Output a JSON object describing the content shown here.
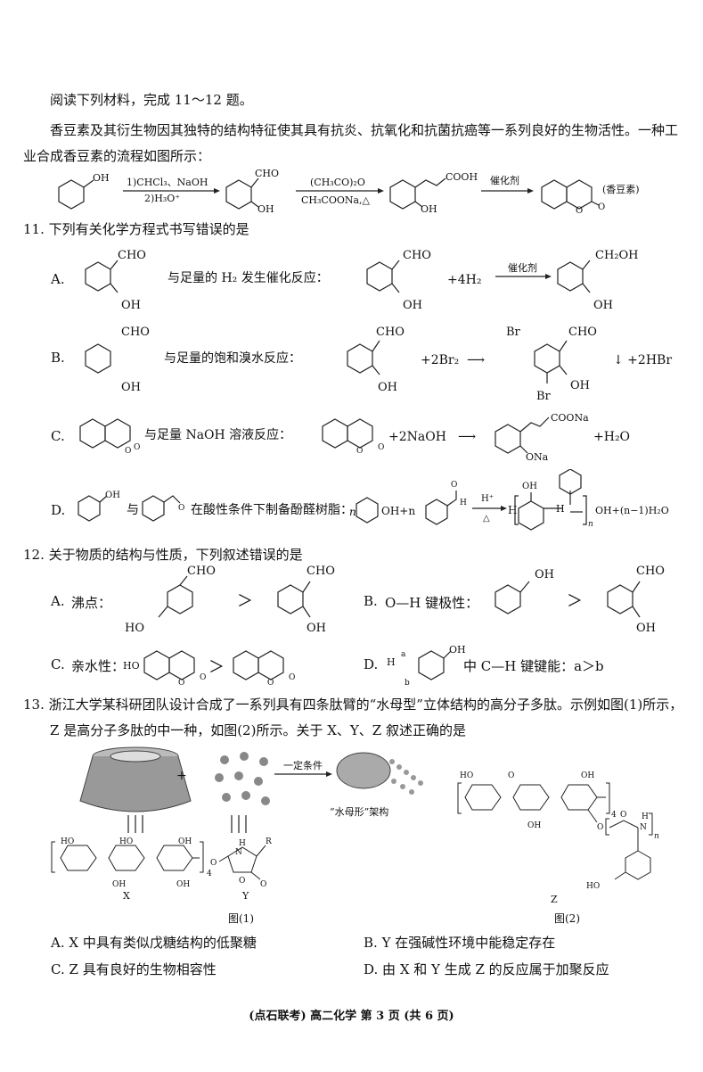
{
  "intro": {
    "instruction": "阅读下列材料，完成 11～12 题。",
    "material": "香豆素及其衍生物因其独特的结构特征使其具有抗炎、抗氧化和抗菌抗癌等一系列良好的生物活性。一种工业合成香豆素的流程如图所示：",
    "flow": {
      "reagent1_top": "1)CHCl₃、NaOH",
      "reagent1_bottom": "2)H₃O⁺",
      "reagent2_top": "(CH₃CO)₂O",
      "reagent2_bottom": "CH₃COONa,△",
      "reagent3_top": "催化剂",
      "product_name": "(香豆素)",
      "oh": "OH",
      "cho": "CHO",
      "cooh": "COOH",
      "o": "O"
    }
  },
  "q11": {
    "title": "11.  下列有关化学方程式书写错误的是",
    "a": {
      "letter": "A.",
      "text": "与足量的 H₂ 发生催化反应：",
      "plus": "+4H₂",
      "catalyst": "催化剂",
      "cho": "CHO",
      "oh": "OH",
      "ch2oh": "CH₂OH"
    },
    "b": {
      "letter": "B.",
      "text": "与足量的饱和溴水反应：",
      "plus": "+2Br₂",
      "arrow": "⟶",
      "tail": "↓ +2HBr",
      "cho": "CHO",
      "oh": "OH",
      "br": "Br"
    },
    "c": {
      "letter": "C.",
      "text": "与足量 NaOH 溶液反应：",
      "plus": "+2NaOH",
      "arrow": "⟶",
      "tail": "+H₂O",
      "coona": "COONa",
      "ona": "ONa",
      "o": "O"
    },
    "d": {
      "letter": "D.",
      "text": "在酸性条件下制备酚醛树脂：",
      "with": "与",
      "n1": "n",
      "plus_n": "OH+n",
      "catalyst": "H⁺",
      "delta": "△",
      "h": "H",
      "oh": "OH",
      "tail": "OH+(n−1)H₂O",
      "sub_n": "n",
      "o": "O"
    }
  },
  "q12": {
    "title": "12.  关于物质的结构与性质，下列叙述错误的是",
    "a": {
      "letter": "A.",
      "text": "沸点：",
      "gt": "＞",
      "cho": "CHO",
      "oh": "OH",
      "ho": "HO"
    },
    "b": {
      "letter": "B.",
      "text": "O—H 键极性：",
      "gt": "＞",
      "cho": "CHO",
      "oh": "OH"
    },
    "c": {
      "letter": "C.",
      "text": "亲水性：",
      "gt": "＞",
      "ho": "HO",
      "o": "O"
    },
    "d": {
      "letter": "D.",
      "text": "中 C—H 键键能：a＞b",
      "h": "H",
      "a": "a",
      "b": "b",
      "oh": "OH"
    }
  },
  "q13": {
    "title": "13.  浙江大学某科研团队设计合成了一系列具有四条肽臂的“水母型”立体结构的高分子多肽。示例如图(1)所示，Z 是高分子多肽的中一种，如图(2)所示。关于 X、Y、Z 叙述正确的是",
    "plus": "+",
    "condition": "一定条件",
    "jellyfish_label": "“水母形”架构",
    "label_x": "X",
    "label_y": "Y",
    "label_z": "Z",
    "fig1": "图(1)",
    "fig2": "图(2)",
    "ho": "HO",
    "oh": "OH",
    "o": "O",
    "r": "R",
    "h": "H",
    "n": "N",
    "sub4": "4",
    "subn": "n",
    "options": [
      {
        "letter": "A.",
        "text": "X 中具有类似戊糖结构的低聚糖"
      },
      {
        "letter": "B.",
        "text": "Y 在强碱性环境中能稳定存在"
      },
      {
        "letter": "C.",
        "text": "Z 具有良好的生物相容性"
      },
      {
        "letter": "D.",
        "text": "由 X 和 Y 生成 Z 的反应属于加聚反应"
      }
    ]
  },
  "footer": "(点石联考) 高二化学  第 3 页 (共 6 页)"
}
